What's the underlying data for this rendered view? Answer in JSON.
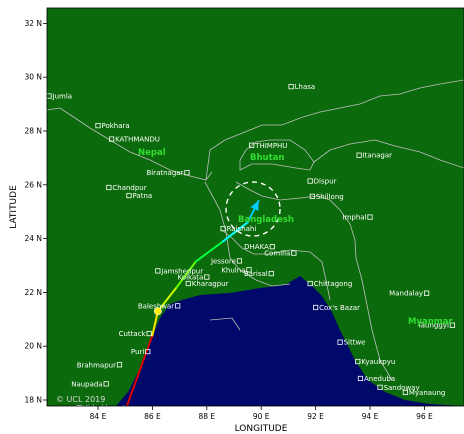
{
  "axes": {
    "xlabel": "LONGITUDE",
    "ylabel": "LATITUDE",
    "x_ticks": [
      "84 E",
      "86 E",
      "88 E",
      "90 E",
      "92 E",
      "94 E",
      "96 E"
    ],
    "y_ticks": [
      "32 N",
      "30 N",
      "28 N",
      "26 N",
      "24 N",
      "22 N",
      "20 N",
      "18 N"
    ]
  },
  "countries": {
    "nepal": "Nepal",
    "bhutan": "Bhutan",
    "bangladesh": "Bangladesh",
    "myanmar": "Myanmar"
  },
  "cities": [
    {
      "name": "Jumla",
      "lon": 82.2,
      "lat": 29.3,
      "side": "right"
    },
    {
      "name": "Lhasa",
      "lon": 91.1,
      "lat": 29.65,
      "side": "right"
    },
    {
      "name": "Pokhara",
      "lon": 84.0,
      "lat": 28.2,
      "side": "right"
    },
    {
      "name": "KATHMANDU",
      "lon": 84.5,
      "lat": 27.7,
      "side": "right"
    },
    {
      "name": "THIMPHU",
      "lon": 89.65,
      "lat": 27.47,
      "side": "right"
    },
    {
      "name": "Itanagar",
      "lon": 93.6,
      "lat": 27.1,
      "side": "right"
    },
    {
      "name": "Biratnagar",
      "lon": 87.27,
      "lat": 26.45,
      "side": "left"
    },
    {
      "name": "Dispur",
      "lon": 91.8,
      "lat": 26.14,
      "side": "right"
    },
    {
      "name": "Chandpur",
      "lon": 84.4,
      "lat": 25.9,
      "side": "right"
    },
    {
      "name": "Patna",
      "lon": 85.14,
      "lat": 25.6,
      "side": "right"
    },
    {
      "name": "Shillong",
      "lon": 91.88,
      "lat": 25.57,
      "side": "right"
    },
    {
      "name": "Imphal",
      "lon": 94.0,
      "lat": 24.8,
      "side": "left"
    },
    {
      "name": "Rajshahi",
      "lon": 88.6,
      "lat": 24.37,
      "side": "right"
    },
    {
      "name": "DHAKA",
      "lon": 90.41,
      "lat": 23.7,
      "side": "left"
    },
    {
      "name": "Comilla",
      "lon": 91.2,
      "lat": 23.46,
      "side": "left"
    },
    {
      "name": "Jessore",
      "lon": 89.2,
      "lat": 23.17,
      "side": "left"
    },
    {
      "name": "Jamshedpur",
      "lon": 86.2,
      "lat": 22.8,
      "side": "right"
    },
    {
      "name": "Khulna",
      "lon": 89.55,
      "lat": 22.84,
      "side": "left"
    },
    {
      "name": "Barisal",
      "lon": 90.37,
      "lat": 22.7,
      "side": "left"
    },
    {
      "name": "Kolkata",
      "lon": 88.0,
      "lat": 22.57,
      "side": "left"
    },
    {
      "name": "Kharagpur",
      "lon": 87.32,
      "lat": 22.33,
      "side": "right"
    },
    {
      "name": "Chittagong",
      "lon": 91.8,
      "lat": 22.33,
      "side": "right"
    },
    {
      "name": "Mandalay",
      "lon": 96.08,
      "lat": 21.97,
      "side": "left"
    },
    {
      "name": "Baleshwar",
      "lon": 86.93,
      "lat": 21.5,
      "side": "left"
    },
    {
      "name": "Cox's Bazar",
      "lon": 92.0,
      "lat": 21.44,
      "side": "right"
    },
    {
      "name": "Taunggyi",
      "lon": 97.03,
      "lat": 20.78,
      "side": "left"
    },
    {
      "name": "Cuttack",
      "lon": 85.88,
      "lat": 20.47,
      "side": "left"
    },
    {
      "name": "Sittwe",
      "lon": 92.9,
      "lat": 20.15,
      "side": "right"
    },
    {
      "name": "Puri",
      "lon": 85.83,
      "lat": 19.8,
      "side": "left"
    },
    {
      "name": "Brahmapur",
      "lon": 84.79,
      "lat": 19.31,
      "side": "left"
    },
    {
      "name": "Kyaukpyu",
      "lon": 93.55,
      "lat": 19.43,
      "side": "right"
    },
    {
      "name": "Naupada",
      "lon": 84.3,
      "lat": 18.6,
      "side": "left"
    },
    {
      "name": "Aneduba",
      "lon": 93.65,
      "lat": 18.8,
      "side": "right"
    },
    {
      "name": "Sandoway",
      "lon": 94.37,
      "lat": 18.47,
      "side": "right"
    },
    {
      "name": "Myanaung",
      "lon": 95.3,
      "lat": 18.28,
      "side": "right"
    },
    {
      "name": "Vishakhapatnam",
      "lon": 83.3,
      "lat": 17.72,
      "side": "right"
    }
  ],
  "track": [
    {
      "lon": 85.0,
      "lat": 17.6,
      "color": "#dd0000"
    },
    {
      "lon": 85.5,
      "lat": 19.0,
      "color": "#dd0000"
    },
    {
      "lon": 86.0,
      "lat": 20.4,
      "color": "#dd0000"
    },
    {
      "lon": 86.2,
      "lat": 21.3,
      "color": "#ffe000"
    },
    {
      "lon": 86.9,
      "lat": 22.2,
      "color": "#c8ff00"
    },
    {
      "lon": 87.6,
      "lat": 23.15,
      "color": "#66ff00"
    },
    {
      "lon": 88.6,
      "lat": 23.9,
      "color": "#00ff40"
    },
    {
      "lon": 89.5,
      "lat": 24.6,
      "color": "#00ffff"
    },
    {
      "lon": 89.9,
      "lat": 25.4,
      "color": "#00ccff"
    }
  ],
  "current_position": {
    "lon": 86.2,
    "lat": 21.3
  },
  "forecast_circle_center": {
    "lon": 89.7,
    "lat": 25.1
  },
  "copyright": "© UCL 2019",
  "colors": {
    "land": "#0b6a0b",
    "sea": "#00086a",
    "border": "#bfbfbf",
    "city_marker": "#ffffff"
  }
}
